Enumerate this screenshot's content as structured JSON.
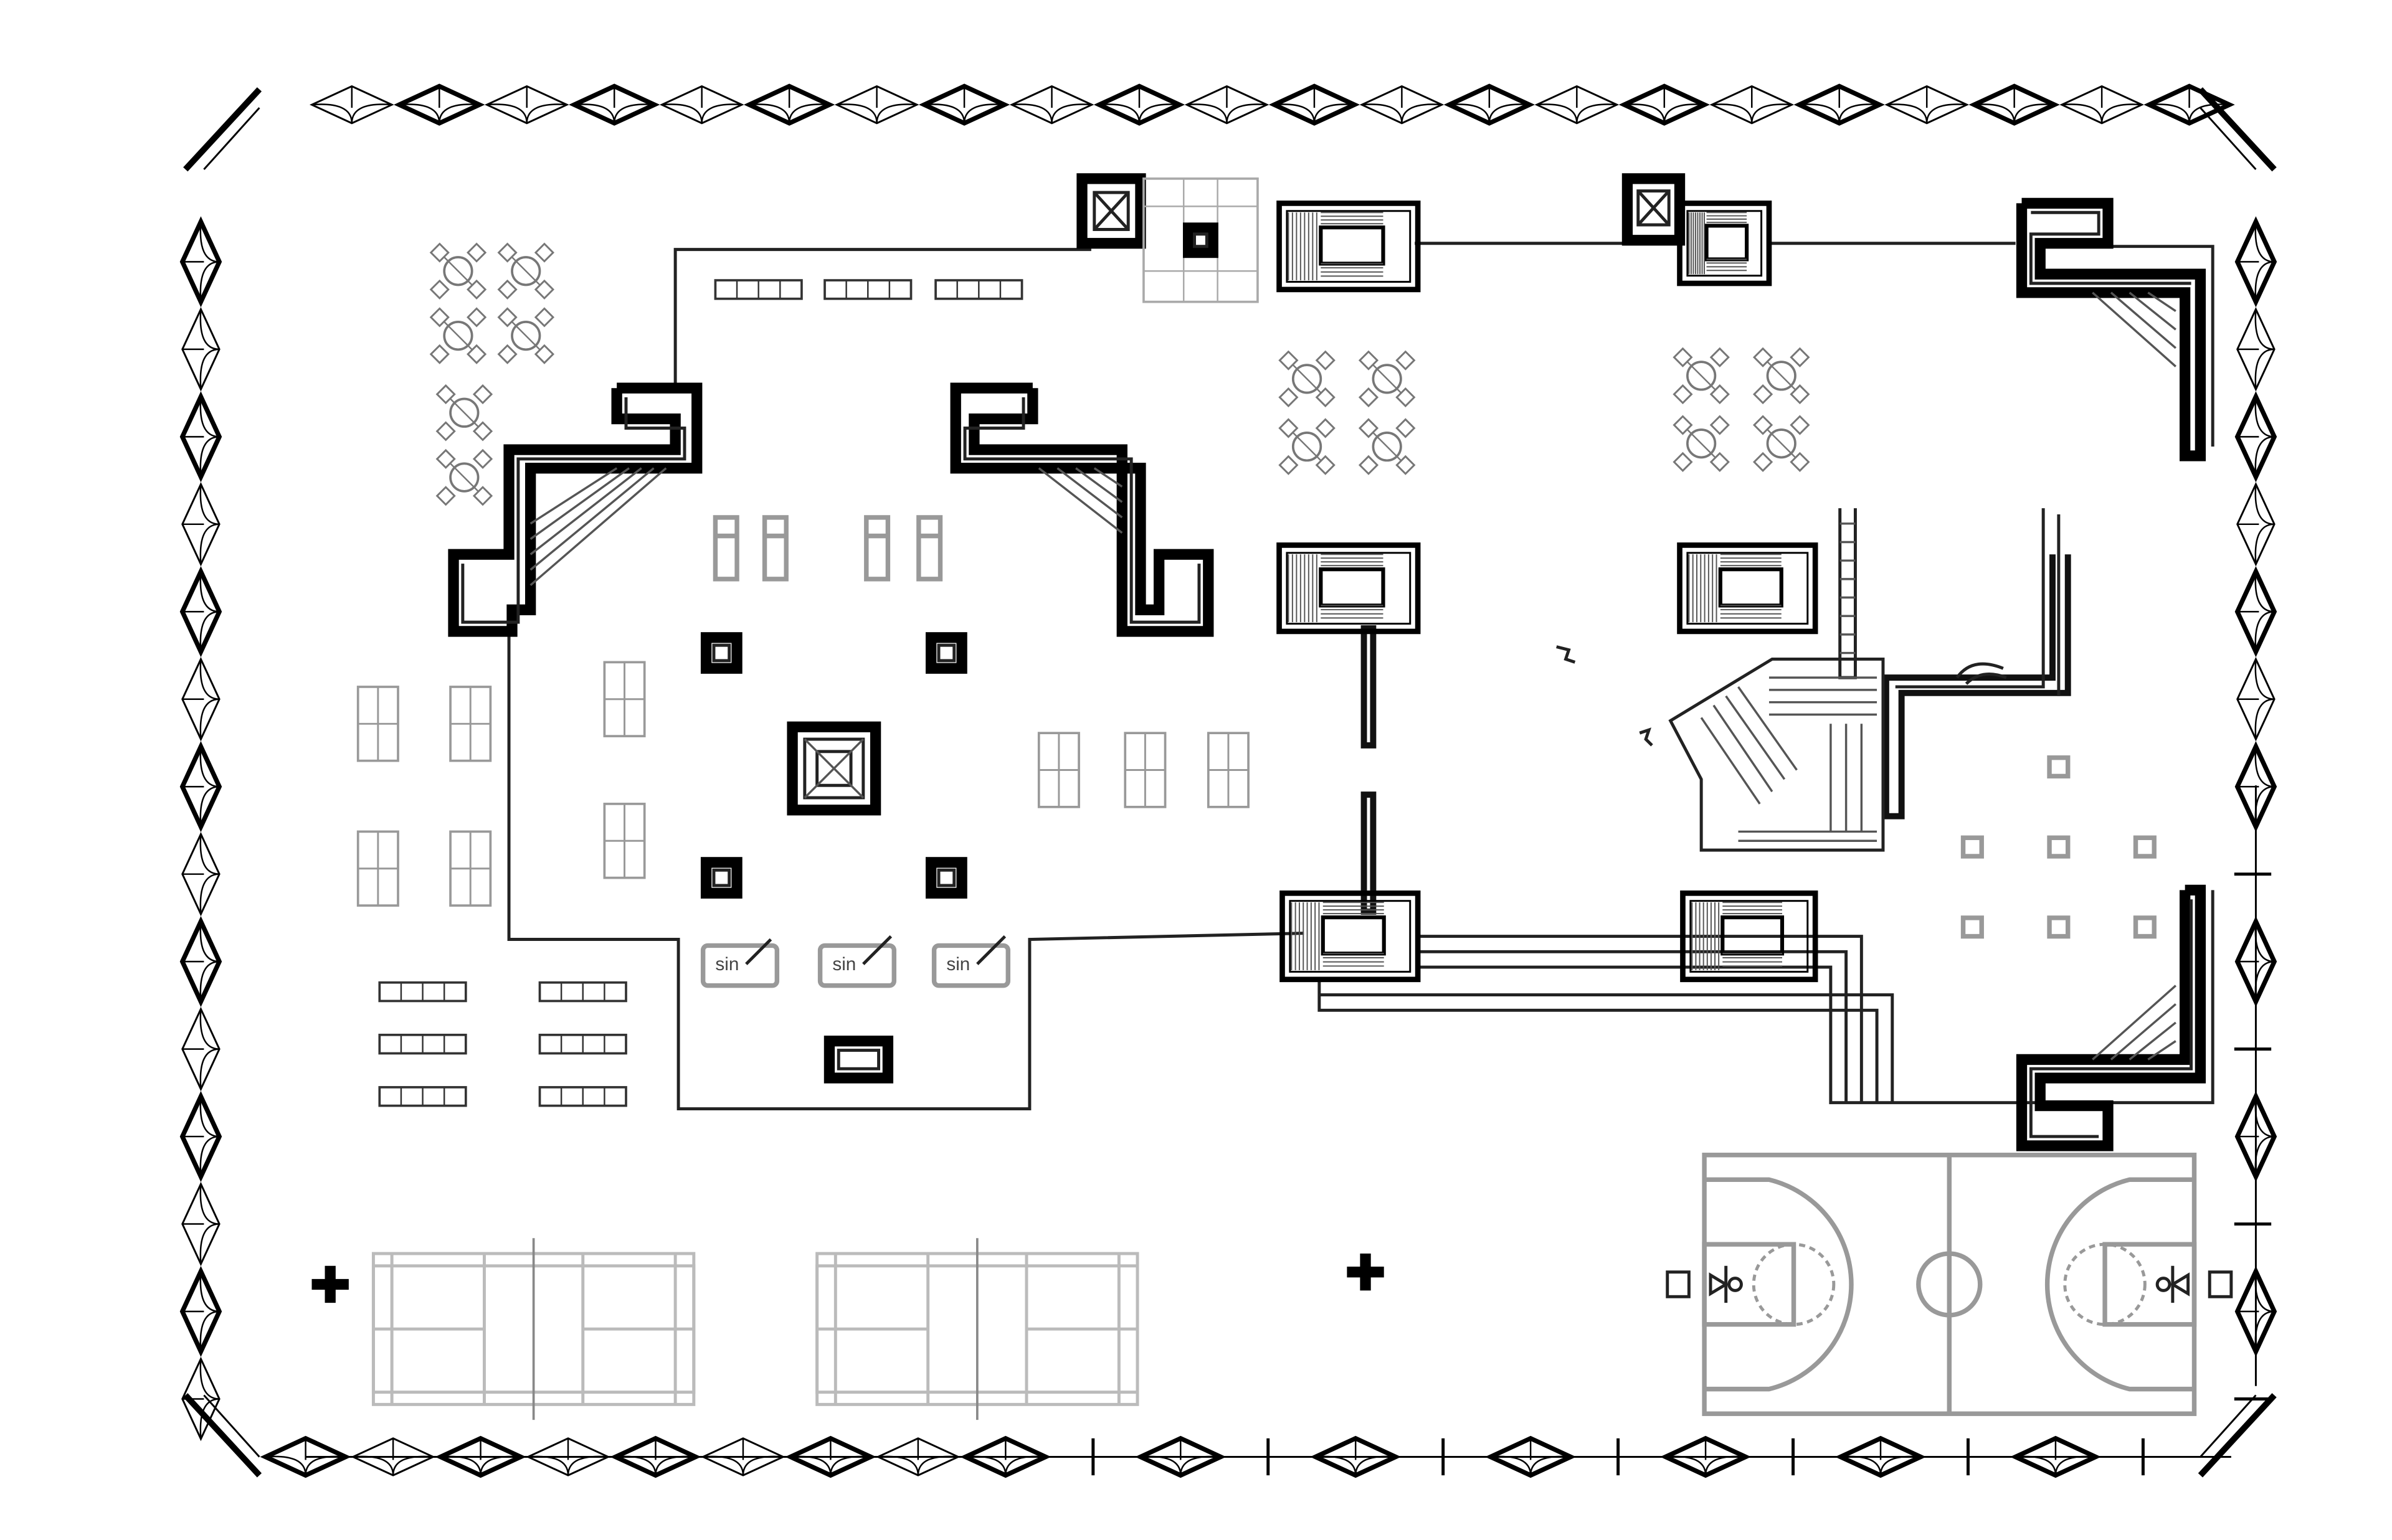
{
  "drawing": {
    "annotation_1": "sin",
    "annotation_2": "sin",
    "annotation_3": "sin",
    "marker_symbol": "+"
  },
  "colors": {
    "ink": "#000000",
    "secondary_line": "#999999",
    "light_line": "#bbbbbb",
    "background": "#ffffff"
  },
  "icons": [
    "diamond-border-motif-icon",
    "elevator-icon",
    "stair-icon",
    "table-with-chairs-icon",
    "basketball-court-icon",
    "badminton-court-icon",
    "plus-marker-icon"
  ]
}
